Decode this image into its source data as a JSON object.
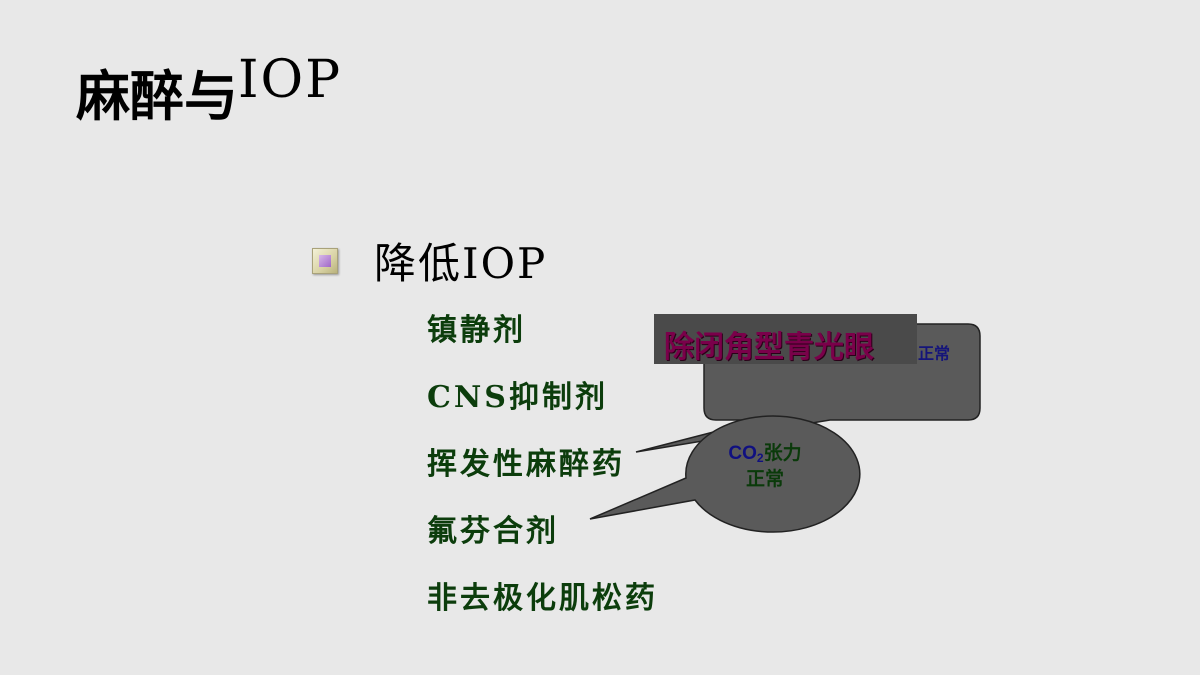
{
  "slide": {
    "title_zh": "麻醉与",
    "title_latin": "IOP"
  },
  "heading": {
    "icon": "square-bullet-icon",
    "text": "降低IOP"
  },
  "items": [
    "镇静剂",
    "CNS抑制剂",
    "挥发性麻醉药",
    "氟芬合剂",
    "非去极化肌松药"
  ],
  "callouts": {
    "rect": {
      "main": "除闭角型青光眼",
      "sub": "正常"
    },
    "oval": {
      "co2_base": "CO",
      "co2_sub": "2",
      "tension": "张力",
      "normal": "正常"
    }
  },
  "colors": {
    "background": "#e8e8e8",
    "item_text": "#0c3d0c",
    "callout_fill": "#5a5a5a",
    "callout_main_text": "#7a004a",
    "co2_text": "#101080"
  }
}
